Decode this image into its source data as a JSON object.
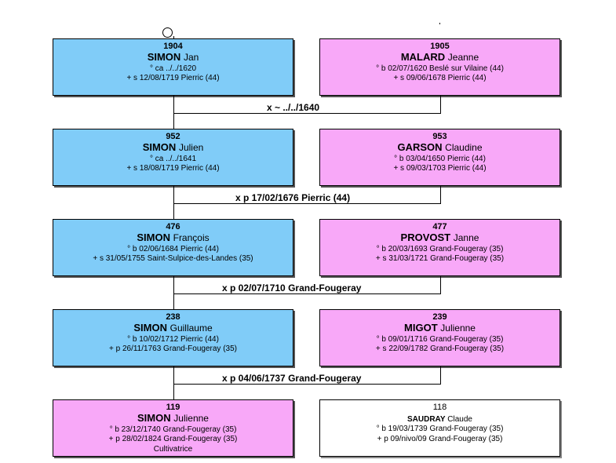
{
  "generations": [
    {
      "left": {
        "sex": "male",
        "sosa": "1904",
        "surname": "SIMON",
        "given": "Jan",
        "events": [
          "° ca ../../1620",
          "+ s 12/08/1719 Pierric (44)"
        ]
      },
      "right": {
        "sex": "female",
        "sosa": "1905",
        "surname": "MALARD",
        "given": "Jeanne",
        "events": [
          "° b 02/07/1620 Beslé sur Vilaine (44)",
          "+ s 09/06/1678 Pierric (44)"
        ]
      },
      "marriage": "x ~ ../../1640"
    },
    {
      "left": {
        "sex": "male",
        "sosa": "952",
        "surname": "SIMON",
        "given": "Julien",
        "events": [
          "° ca ../../1641",
          "+ s 18/08/1719 Pierric (44)"
        ]
      },
      "right": {
        "sex": "female",
        "sosa": "953",
        "surname": "GARSON",
        "given": "Claudine",
        "events": [
          "° b 03/04/1650 Pierric (44)",
          "+ s 09/03/1703 Pierric (44)"
        ]
      },
      "marriage": "x p 17/02/1676 Pierric (44)"
    },
    {
      "left": {
        "sex": "male",
        "sosa": "476",
        "surname": "SIMON",
        "given": "François",
        "events": [
          "° b 02/06/1684 Pierric (44)",
          "+ s 31/05/1755 Saint-Sulpice-des-Landes (35)"
        ]
      },
      "right": {
        "sex": "female",
        "sosa": "477",
        "surname": "PROVOST",
        "given": "Janne",
        "events": [
          "° b 20/03/1693 Grand-Fougeray (35)",
          "+ s 31/03/1721 Grand-Fougeray (35)"
        ]
      },
      "marriage": "x p 02/07/1710 Grand-Fougeray"
    },
    {
      "left": {
        "sex": "male",
        "sosa": "238",
        "surname": "SIMON",
        "given": "Guillaume",
        "events": [
          "° b 10/02/1712 Pierric (44)",
          "+ p 26/11/1763 Grand-Fougeray (35)"
        ]
      },
      "right": {
        "sex": "female",
        "sosa": "239",
        "surname": "MIGOT",
        "given": "Julienne",
        "events": [
          "° b 09/01/1716 Grand-Fougeray (35)",
          "+ s 22/09/1782 Grand-Fougeray (35)"
        ]
      },
      "marriage": "x p 04/06/1737 Grand-Fougeray"
    },
    {
      "left": {
        "sex": "female",
        "sosa": "119",
        "surname": "SIMON",
        "given": "Julienne",
        "events": [
          "° b 23/12/1740 Grand-Fougeray (35)",
          "+ p 28/02/1824 Grand-Fougeray (35)",
          "Cultivatrice"
        ]
      },
      "right": {
        "sex": "plain",
        "sosa": "118",
        "surname": "SAUDRAY",
        "given": "Claude",
        "events": [
          "° b 19/03/1739 Grand-Fougeray (35)",
          "+ p 09/nivo/09 Grand-Fougeray (35)"
        ]
      },
      "marriage": ""
    }
  ],
  "colors": {
    "male": "#80ccf8",
    "female": "#f8a8f8",
    "plain": "#ffffff"
  }
}
